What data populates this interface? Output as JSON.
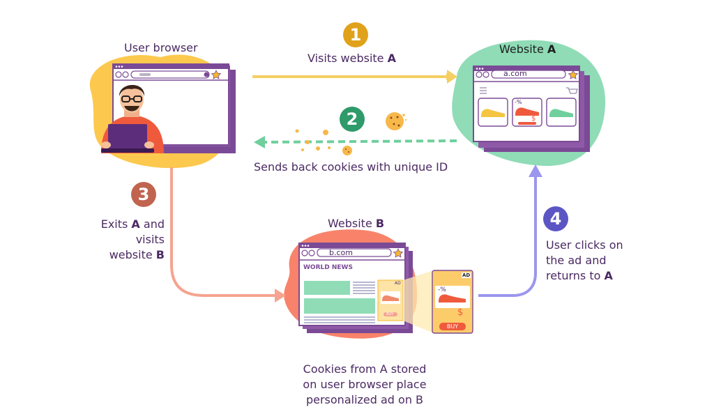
{
  "colors": {
    "purple": "#7b4a96",
    "dark_purple": "#4b2a63",
    "yellow_blob": "#fcc94e",
    "green_blob": "#8fdcb6",
    "salmon_blob": "#f8836a",
    "step1": "#e0a21b",
    "step2": "#2f9a6a",
    "step3": "#c06450",
    "step4": "#5c56c4",
    "arrow1": "#f5cf63",
    "arrow2": "#6fcf9d",
    "arrow3": "#f6a390",
    "arrow4": "#9b96ee"
  },
  "nodes": {
    "user_browser": {
      "title": "User browser"
    },
    "website_a": {
      "title_prefix": "Website ",
      "title_bold": "A",
      "url": "a.com",
      "discount": "-%",
      "price": "$"
    },
    "website_b": {
      "title_prefix": "Website ",
      "title_bold": "B",
      "url": "b.com",
      "headline": "WORLD NEWS",
      "ad_tag": "AD",
      "ad_discount": "-%",
      "ad_price": "$",
      "ad_buy": "BUY",
      "inline_ad_tag": "AD",
      "inline_ad_buy": "BUY"
    }
  },
  "steps": [
    {
      "number": "1",
      "line1_prefix": "Visits website ",
      "line1_bold": "A"
    },
    {
      "number": "2",
      "line1": "Sends back cookies with unique ID"
    },
    {
      "number": "3",
      "line1_prefix": "Exits ",
      "line1_bold": "A",
      "line1_suffix": " and",
      "line2": "visits",
      "line3_prefix": "website ",
      "line3_bold": "B"
    },
    {
      "number": "4",
      "line1": "User clicks on",
      "line2": "the ad and",
      "line3_prefix": "returns to ",
      "line3_bold": "A"
    }
  ],
  "caption": {
    "line1": "Cookies from A stored",
    "line2": "on user browser place",
    "line3": "personalized ad on B"
  }
}
